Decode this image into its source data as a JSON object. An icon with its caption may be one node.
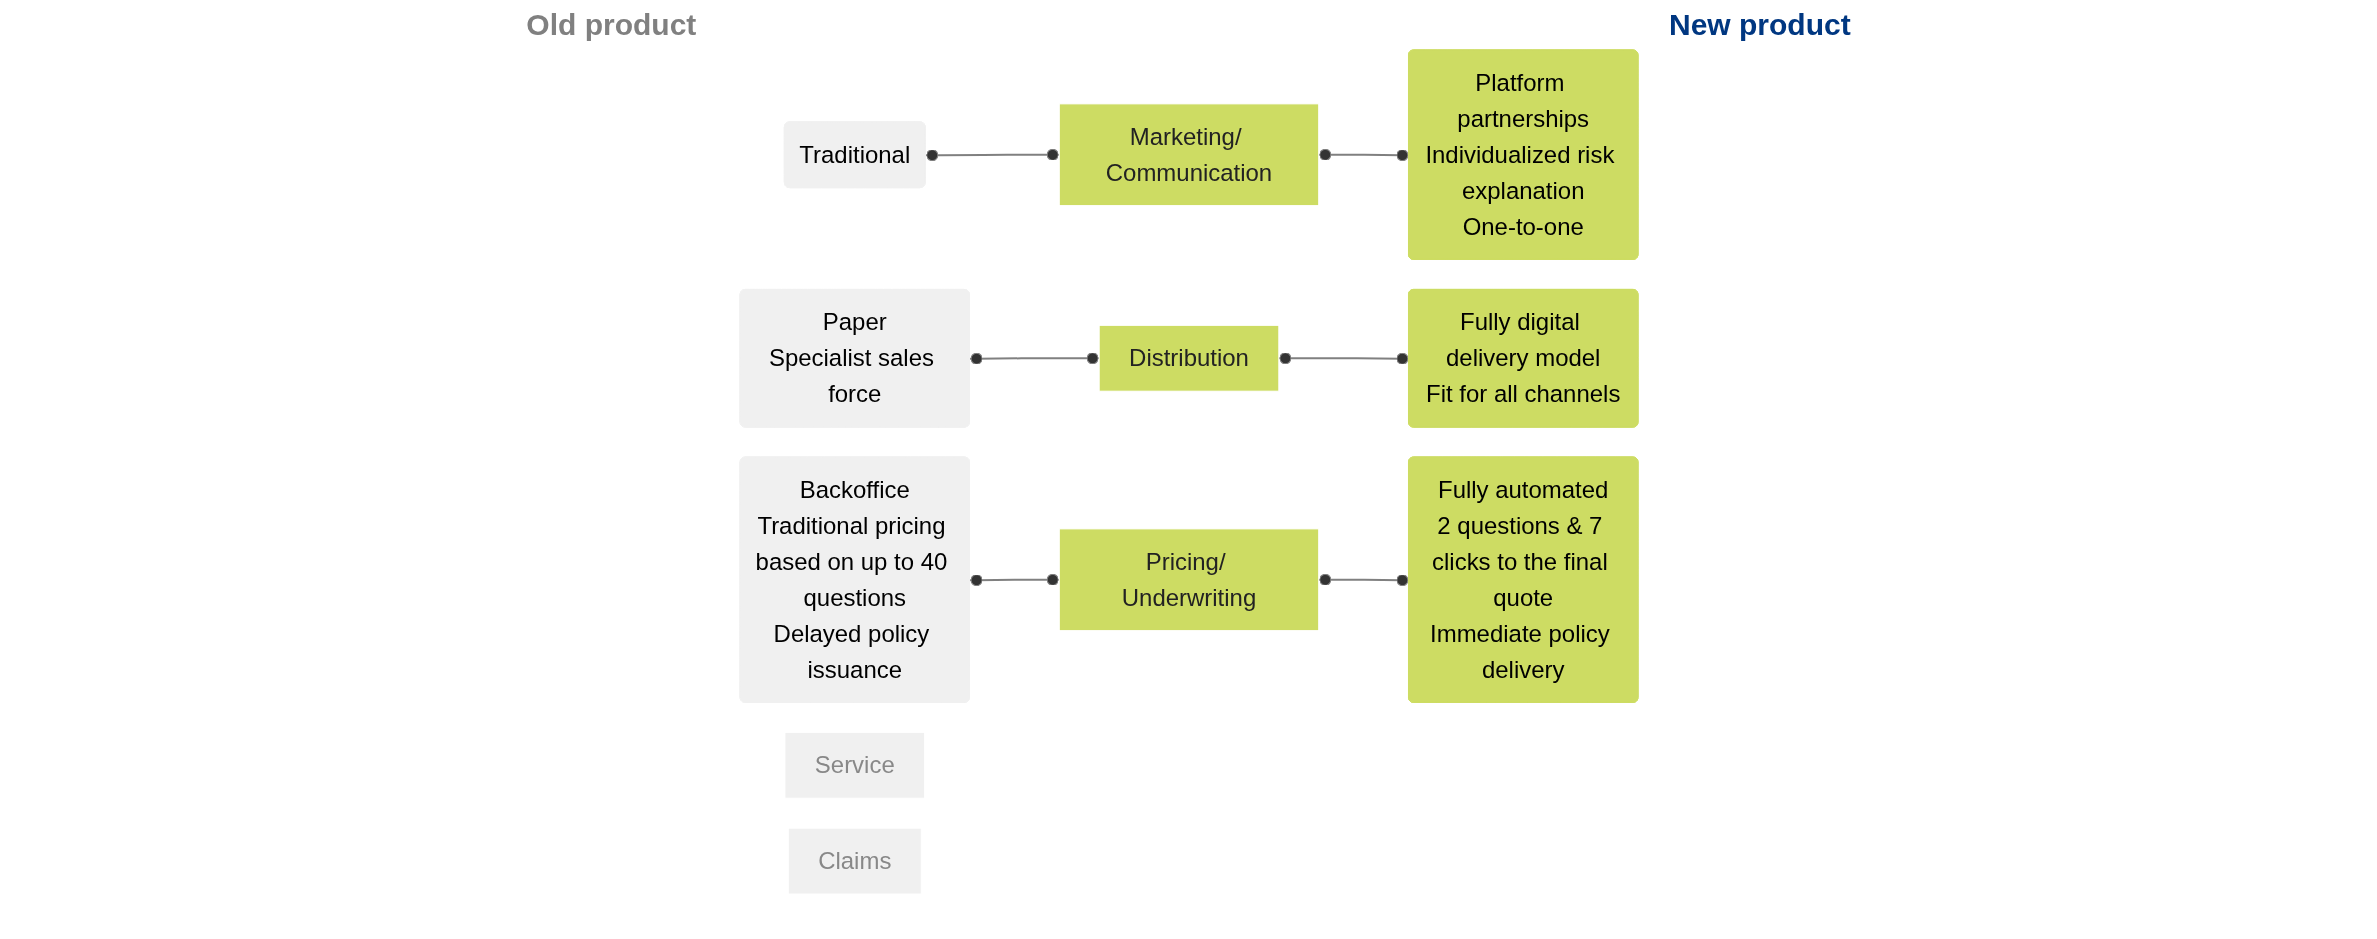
{
  "diagram": {
    "nodes": [
      {
        "text": [
          "Traditional"
        ]
      },
      {
        "text": [
          "Paper",
          "Specialist sales force"
        ]
      },
      {
        "text": [
          "Backoffice",
          "Traditional pricing based on up to 40 questions",
          "Delayed policy issuance"
        ]
      },
      {
        "text": [
          "Marketing/ Communication"
        ]
      },
      {
        "text": [
          "Distribution"
        ]
      },
      {
        "text": [
          "Pricing/ Underwriting"
        ]
      },
      {
        "text": [
          "Service"
        ]
      },
      {
        "text": [
          "Claims"
        ]
      },
      {
        "text": [
          "Platform partnerships",
          "Individualized risk explanation",
          "One-to-one"
        ]
      },
      {
        "text": [
          "Fully digital delivery model",
          "Fit for all channels"
        ]
      },
      {
        "text": [
          "Fully automated",
          "2 questions & 7 clicks to the final quote",
          "Immediate policy delivery"
        ]
      }
    ],
    "edges": [
      {
        "from": 0,
        "to": 3,
        "arrow": "other"
      },
      {
        "from": 3,
        "to": 8,
        "arrow": "other"
      },
      {
        "from": 1,
        "to": 4,
        "arrow": "other"
      },
      {
        "from": 4,
        "to": 9,
        "arrow": "other"
      },
      {
        "from": 2,
        "to": 5,
        "arrow": "other"
      },
      {
        "from": 5,
        "to": 10,
        "arrow": "other"
      }
    ],
    "labels": [
      "Old product",
      "New product"
    ]
  }
}
